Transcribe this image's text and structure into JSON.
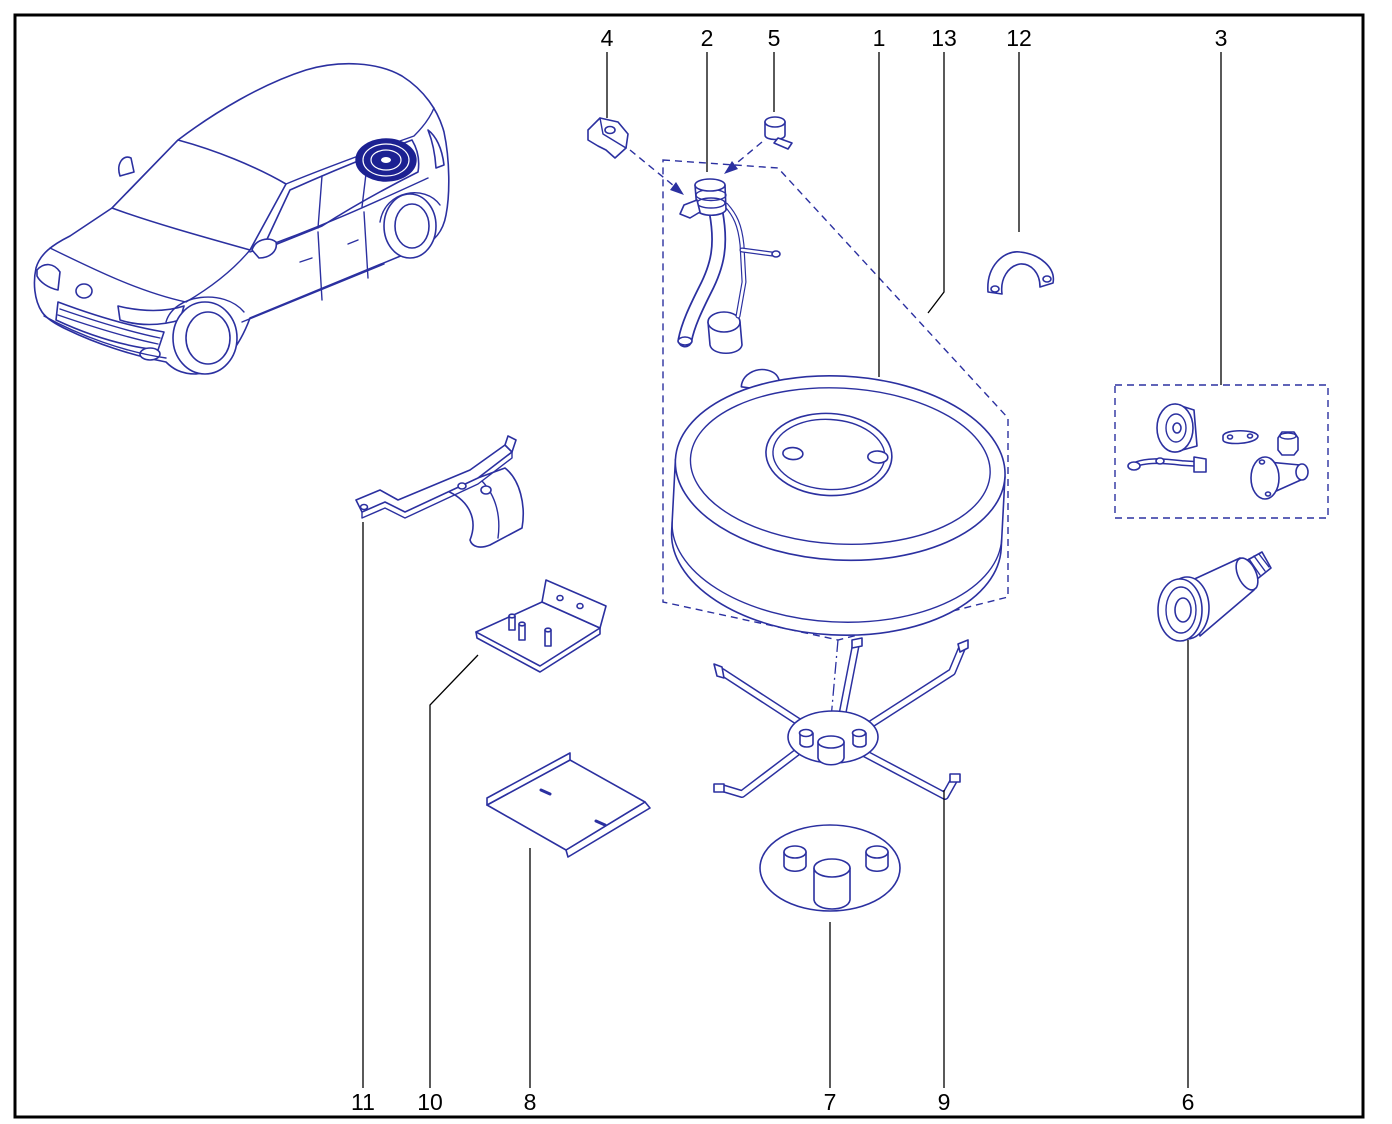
{
  "labels": {
    "top": [
      "4",
      "2",
      "5",
      "1",
      "13",
      "12",
      "3"
    ],
    "bottom": [
      "11",
      "10",
      "8",
      "7",
      "9",
      "6"
    ]
  },
  "colors": {
    "drawing": "#2b30a0",
    "highlight": "#1c2192",
    "callout": "#000000"
  }
}
